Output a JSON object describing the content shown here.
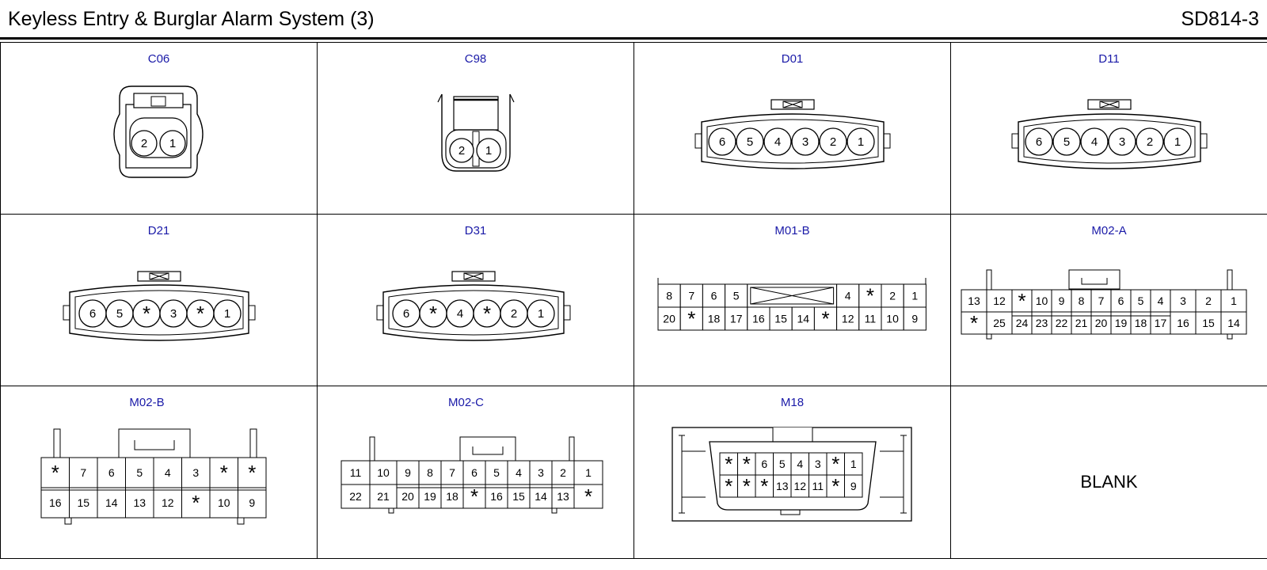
{
  "header": {
    "title": "Keyless Entry & Burglar Alarm System (3)",
    "code": "SD814-3"
  },
  "connectors": [
    {
      "id": "C06",
      "pins": [
        "2",
        "1"
      ]
    },
    {
      "id": "C98",
      "pins": [
        "2",
        "1"
      ]
    },
    {
      "id": "D01",
      "pins": [
        "6",
        "5",
        "4",
        "3",
        "2",
        "1"
      ]
    },
    {
      "id": "D11",
      "pins": [
        "6",
        "5",
        "4",
        "3",
        "2",
        "1"
      ]
    },
    {
      "id": "D21",
      "pins": [
        "6",
        "5",
        "*",
        "3",
        "*",
        "1"
      ]
    },
    {
      "id": "D31",
      "pins": [
        "6",
        "*",
        "4",
        "*",
        "2",
        "1"
      ]
    },
    {
      "id": "M01-B",
      "rows": [
        [
          "8",
          "7",
          "6",
          "5",
          "",
          "4",
          "*",
          "2",
          "1"
        ],
        [
          "20",
          "*",
          "18",
          "17",
          "16",
          "15",
          "14",
          "*",
          "12",
          "11",
          "10",
          "9"
        ]
      ]
    },
    {
      "id": "M02-A",
      "rows": [
        [
          "13",
          "12",
          "*",
          "10",
          "9",
          "8",
          "7",
          "6",
          "5",
          "4",
          "3",
          "2",
          "1"
        ],
        [
          "*",
          "25",
          "24",
          "23",
          "22",
          "21",
          "20",
          "19",
          "18",
          "17",
          "16",
          "15",
          "14"
        ]
      ]
    },
    {
      "id": "M02-B",
      "rows": [
        [
          "*",
          "7",
          "6",
          "5",
          "4",
          "3",
          "*",
          "*"
        ],
        [
          "16",
          "15",
          "14",
          "13",
          "12",
          "*",
          "10",
          "9"
        ]
      ]
    },
    {
      "id": "M02-C",
      "rows": [
        [
          "11",
          "10",
          "9",
          "8",
          "7",
          "6",
          "5",
          "4",
          "3",
          "2",
          "1"
        ],
        [
          "22",
          "21",
          "20",
          "19",
          "18",
          "*",
          "16",
          "15",
          "14",
          "13",
          "*"
        ]
      ]
    },
    {
      "id": "M18",
      "rows": [
        [
          "*",
          "*",
          "6",
          "5",
          "4",
          "3",
          "*",
          "1"
        ],
        [
          "*",
          "*",
          "*",
          "13",
          "12",
          "11",
          "*",
          "9"
        ]
      ]
    },
    {
      "id": "",
      "blank_text": "BLANK"
    }
  ]
}
